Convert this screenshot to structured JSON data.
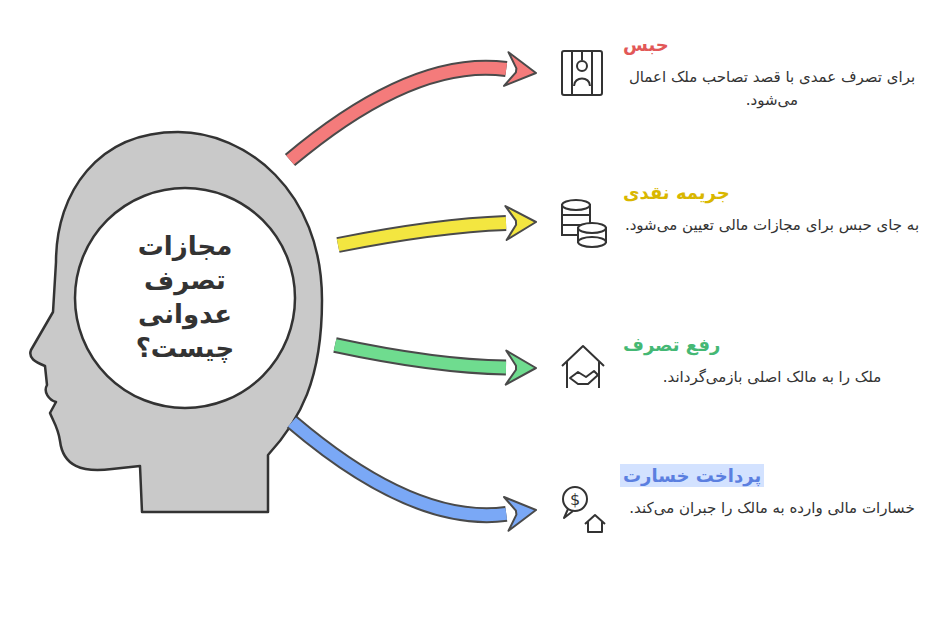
{
  "diagram": {
    "nodes": [
      {
        "text": [
          "مجازات تصرف عدوانی چیست؟"
        ]
      },
      {
        "text": [
          "حبس",
          "برای تصرف عمدی با قصد تصاحب ملک اعمال می‌شود."
        ]
      },
      {
        "text": [
          "جریمه نقدی",
          "به جای حبس برای مجازات مالی تعیین می‌شود."
        ]
      },
      {
        "text": [
          "رفع تصرف",
          "ملک را به مالک اصلی بازمی‌گرداند."
        ]
      },
      {
        "text": [
          "پرداخت خسارت",
          "خسارات مالی وارده به مالک را جبران می‌کند."
        ]
      }
    ],
    "edges": [
      {
        "from": 0,
        "to": 1,
        "arrow": "to"
      },
      {
        "from": 0,
        "to": 2,
        "arrow": "to"
      },
      {
        "from": 0,
        "to": 3,
        "arrow": "to"
      },
      {
        "from": 0,
        "to": 4,
        "arrow": "to"
      }
    ]
  }
}
